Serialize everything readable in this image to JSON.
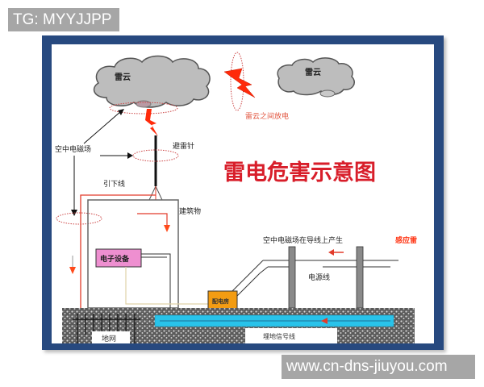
{
  "watermarks": {
    "top": "TG: MYYJJPP",
    "bottom": "www.cn-dns-jiuyou.com"
  },
  "diagram": {
    "title": "雷电危害示意图",
    "labels": {
      "cloud_left": "雷云",
      "cloud_right": "雷云",
      "inter_cloud_discharge": "雷云之间放电",
      "air_em_field": "空中电磁场",
      "lightning_rod": "避雷针",
      "down_conductor": "引下线",
      "building": "建筑物",
      "electronic_equipment": "电子设备",
      "distribution_room": "配电房",
      "induced_lightning_prefix": "空中电磁场在导线上产生",
      "induced_lightning_highlight": "感应雷",
      "power_line": "电源线",
      "buried_signal_line": "埋地信号线",
      "ground_grid": "地网"
    },
    "colors": {
      "frame": "#27497f",
      "title_red": "#d81e2a",
      "lightning": "#ff2a0a",
      "cloud": "#bdbdbd",
      "equipment_box": "#ee8fd0",
      "distribution_box": "#f39c12",
      "signal_line": "#29c3ea",
      "ground": "#6e6e6e"
    }
  }
}
